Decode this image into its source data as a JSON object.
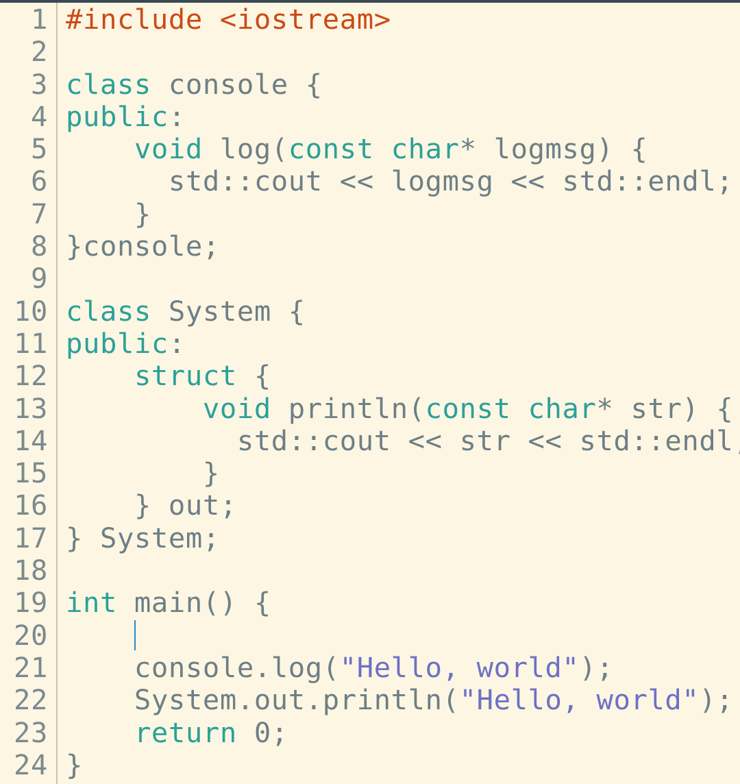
{
  "editor": {
    "cursor_line": 20,
    "lines": [
      {
        "n": "1",
        "tokens": [
          {
            "t": "#include <iostream>",
            "c": "pre"
          }
        ]
      },
      {
        "n": "2",
        "tokens": []
      },
      {
        "n": "3",
        "tokens": [
          {
            "t": "class",
            "c": "kw"
          },
          {
            "t": " console {",
            "c": "plain"
          }
        ]
      },
      {
        "n": "4",
        "tokens": [
          {
            "t": "public",
            "c": "kw"
          },
          {
            "t": ":",
            "c": "plain"
          }
        ]
      },
      {
        "n": "5",
        "tokens": [
          {
            "t": "    ",
            "c": "plain"
          },
          {
            "t": "void",
            "c": "type"
          },
          {
            "t": " log(",
            "c": "plain"
          },
          {
            "t": "const",
            "c": "kw"
          },
          {
            "t": " ",
            "c": "plain"
          },
          {
            "t": "char",
            "c": "type"
          },
          {
            "t": "* logmsg) {",
            "c": "plain"
          }
        ]
      },
      {
        "n": "6",
        "tokens": [
          {
            "t": "      std::cout << logmsg << std::endl;",
            "c": "plain"
          }
        ]
      },
      {
        "n": "7",
        "tokens": [
          {
            "t": "    }",
            "c": "plain"
          }
        ]
      },
      {
        "n": "8",
        "tokens": [
          {
            "t": "}console;",
            "c": "plain"
          }
        ]
      },
      {
        "n": "9",
        "tokens": []
      },
      {
        "n": "10",
        "tokens": [
          {
            "t": "class",
            "c": "kw"
          },
          {
            "t": " System {",
            "c": "plain"
          }
        ]
      },
      {
        "n": "11",
        "tokens": [
          {
            "t": "public",
            "c": "kw"
          },
          {
            "t": ":",
            "c": "plain"
          }
        ]
      },
      {
        "n": "12",
        "tokens": [
          {
            "t": "    ",
            "c": "plain"
          },
          {
            "t": "struct",
            "c": "kw"
          },
          {
            "t": " {",
            "c": "plain"
          }
        ]
      },
      {
        "n": "13",
        "tokens": [
          {
            "t": "        ",
            "c": "plain"
          },
          {
            "t": "void",
            "c": "type"
          },
          {
            "t": " println(",
            "c": "plain"
          },
          {
            "t": "const",
            "c": "kw"
          },
          {
            "t": " ",
            "c": "plain"
          },
          {
            "t": "char",
            "c": "type"
          },
          {
            "t": "* str) {",
            "c": "plain"
          }
        ]
      },
      {
        "n": "14",
        "tokens": [
          {
            "t": "          std::cout << str << std::endl;",
            "c": "plain"
          }
        ]
      },
      {
        "n": "15",
        "tokens": [
          {
            "t": "        }",
            "c": "plain"
          }
        ]
      },
      {
        "n": "16",
        "tokens": [
          {
            "t": "    } out;",
            "c": "plain"
          }
        ]
      },
      {
        "n": "17",
        "tokens": [
          {
            "t": "} System;",
            "c": "plain"
          }
        ]
      },
      {
        "n": "18",
        "tokens": []
      },
      {
        "n": "19",
        "tokens": [
          {
            "t": "int",
            "c": "type"
          },
          {
            "t": " main() {",
            "c": "plain"
          }
        ]
      },
      {
        "n": "20",
        "tokens": [
          {
            "t": "    ",
            "c": "plain"
          }
        ]
      },
      {
        "n": "21",
        "tokens": [
          {
            "t": "    console.log(",
            "c": "plain"
          },
          {
            "t": "\"Hello, world\"",
            "c": "str"
          },
          {
            "t": ");",
            "c": "plain"
          }
        ]
      },
      {
        "n": "22",
        "tokens": [
          {
            "t": "    System.out.println(",
            "c": "plain"
          },
          {
            "t": "\"Hello, world\"",
            "c": "str"
          },
          {
            "t": ");",
            "c": "plain"
          }
        ]
      },
      {
        "n": "23",
        "tokens": [
          {
            "t": "    ",
            "c": "plain"
          },
          {
            "t": "return",
            "c": "kw"
          },
          {
            "t": " 0;",
            "c": "plain"
          }
        ]
      },
      {
        "n": "24",
        "tokens": [
          {
            "t": "}",
            "c": "plain"
          }
        ]
      }
    ]
  },
  "colors": {
    "background": "#fdf6e3",
    "preprocessor": "#cb4b16",
    "keyword": "#2aa198",
    "string": "#6c71c4",
    "plain": "#6d7f85",
    "line_number": "#7a8a8f",
    "cursor": "#268bd2"
  }
}
